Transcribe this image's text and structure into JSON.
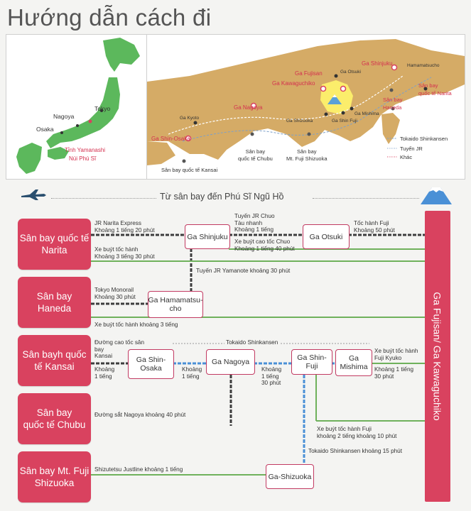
{
  "title": "Hướng dẫn cách đi",
  "japan_map": {
    "cities": [
      "Tokyo",
      "Nagoya",
      "Osaka"
    ],
    "region_label_1": "Tỉnh Yamanashi",
    "region_label_2": "Núi Phú Sĩ"
  },
  "region_map": {
    "labels": {
      "shinjuku": "Ga Shinjuku",
      "fujisan": "Ga Fujisan",
      "kawaguchiko": "Ga Kawaguchiko",
      "otsuki": "Ga Otsuki",
      "hamamatsucho": "Hamamatsucho",
      "haneda": "Sân bay\nHaneda",
      "narita": "Sân bay\nquốc tế Narita",
      "kyoto": "Ga Kyoto",
      "nagoya": "Ga Nagoya",
      "shin_osaka": "Ga Shin-Osaka",
      "mishima": "Ga Mishima",
      "shin_fuji": "Ga Shin Fuji",
      "shizuoka": "Ga Shizuoka",
      "kansai": "Sân bay quốc tế Kansai",
      "chubu": "Sân bay\nquốc tế Chubu",
      "mt_fuji_shizuoka": "Sân bay\nMt. Fuji Shizuoka"
    },
    "legend": [
      "Tokaido Shinkansen",
      "Tuyến JR",
      "Khác"
    ]
  },
  "section_header": "Từ sân bay đến Phú Sĩ Ngũ Hồ",
  "destination": "Ga Fujisan/ Ga Kawaguchiko",
  "sources": {
    "narita": "Sân bay quốc tế\nNarita",
    "haneda": "Sân bay\nHaneda",
    "kansai": "Sân bayh quốc\ntế Kansai",
    "chubu": "Sân bay\nquốc tế Chubu",
    "shizuoka": "Sân bay Mt. Fuji\nShizuoka"
  },
  "stations": {
    "shinjuku": "Ga Shinjuku",
    "otsuki": "Ga Otsuki",
    "hamamatsucho": "Ga Hamamatsu-\ncho",
    "shin_osaka": "Ga Shin-\nOsaka",
    "nagoya": "Ga Nagoya",
    "shin_fuji": "Ga Shin-\nFuji",
    "mishima": "Ga\nMishima",
    "shizuoka_st": "Ga-Shizuoka"
  },
  "routes": {
    "narita_express": "JR Narita Express\nKhoảng 1 tiếng 20 phút",
    "chuo_line": "Tuyến JR Chuo\nTàu nhanh\nKhoảng 1 tiếng",
    "fuji_express": "Tốc hành Fuji\nKhoảng 50 phút",
    "chuo_bus": "Xe buýt cao tốc Chuo\nKhoảng 1 tiếng 40 phút",
    "narita_bus": "Xe buýt tốc hành\nKhoảng 3 tiếng 30 phút",
    "yamanote": "Tuyến JR Yamanote khoảng 30 phút",
    "monorail": "Tokyo Monorail\nKhoảng 30 phút",
    "haneda_bus": "Xe buýt tốc hành khoảng 3 tiếng",
    "tokaido_label": "Tokaido Shinkansen",
    "kansai_road": "Đường cao tốc sân\nbay\nKansai",
    "kansai_1h": "Khoảng\n1 tiếng",
    "shinosaka_1h": "Khoảng\n1 tiếng",
    "nagoya_130": "Khoảng\n1 tiếng\n30 phút",
    "kyuko_bus": "Xe buýt tốc hành\nFuji Kyuko",
    "mishima_130": "Khoảng 1 tiếng\n30 phút",
    "nagoya_rail": "Đường sắt Nagoya khoảng 40 phút",
    "shinfuji_bus": "Xe buýt tốc hành Fuji\nkhoảng 2 tiếng khoảng 10 phút",
    "tokaido_15": "Tokaido Shinkansen khoảng 15 phút",
    "justline": "Shizutetsu Justline khoảng 1 tiếng"
  },
  "colors": {
    "source_box": "#d9425f",
    "station_border": "#c23a62",
    "jr_line": "#3d3d3d",
    "bus_line": "#6fb15c",
    "shinkansen_line": "#4a90d6",
    "map_land": "#d5ab66",
    "japan_green": "#5cb85c"
  }
}
